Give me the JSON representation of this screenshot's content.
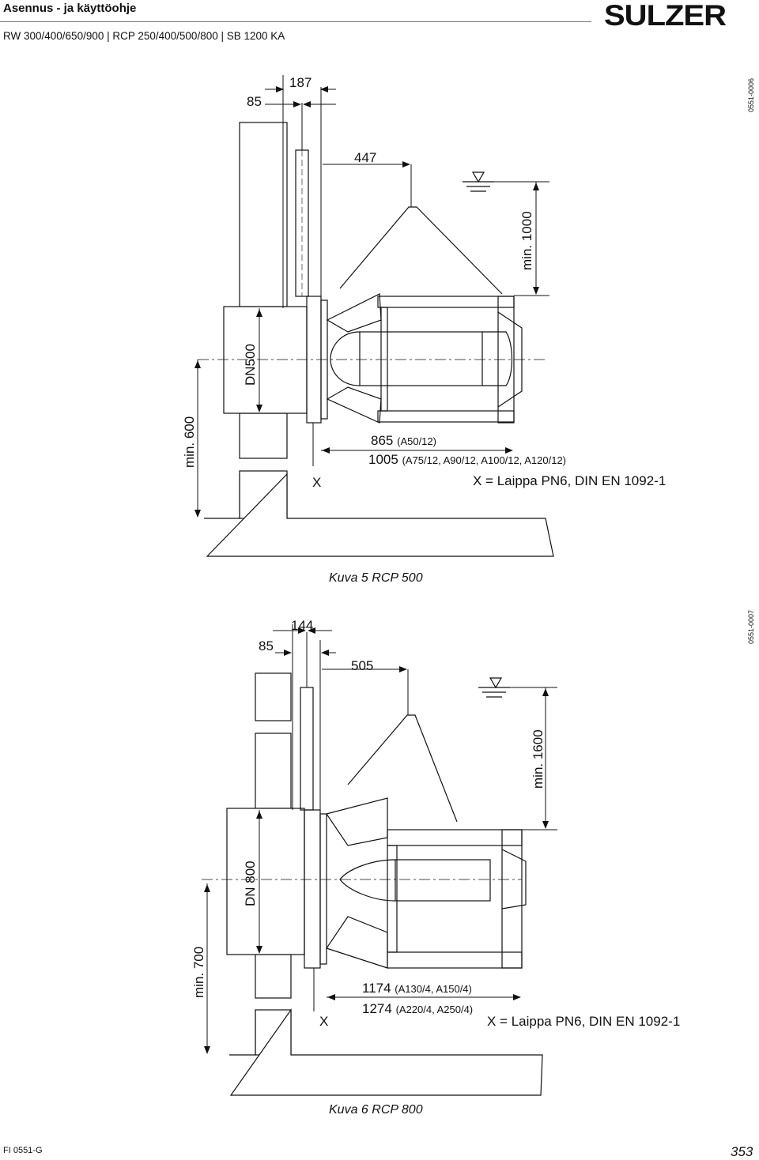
{
  "header": {
    "title": "Asennus - ja käyttöohje",
    "subtitle": "RW 300/400/650/900 | RCP 250/400/500/800 | SB 1200 KA",
    "logo": "SULZER"
  },
  "figure5": {
    "code": "0551-0006",
    "dim_85": "85",
    "dim_187": "187",
    "dim_447": "447",
    "dim_min1000": "min. 1000",
    "dim_dn": "DN500",
    "dim_min600": "min. 600",
    "x_mark": "X",
    "len1": "865",
    "len1_models": "(A50/12)",
    "len2": "1005",
    "len2_models": "(A75/12, A90/12, A100/12, A120/12)",
    "flange_note": "X = Laippa PN6, DIN EN 1092-1",
    "caption": "Kuva 5 RCP 500"
  },
  "figure6": {
    "code": "0551-0007",
    "dim_85": "85",
    "dim_144": "144",
    "dim_505": "505",
    "dim_min1600": "min. 1600",
    "dim_dn": "DN 800",
    "dim_min700": "min. 700",
    "x_mark": "X",
    "len1": "1174",
    "len1_models": "(A130/4, A150/4)",
    "len2": "1274",
    "len2_models": "(A220/4, A250/4)",
    "flange_note": "X = Laippa PN6, DIN EN 1092-1",
    "caption": "Kuva 6 RCP 800"
  },
  "footer": {
    "code": "FI 0551-G",
    "page": "353"
  }
}
